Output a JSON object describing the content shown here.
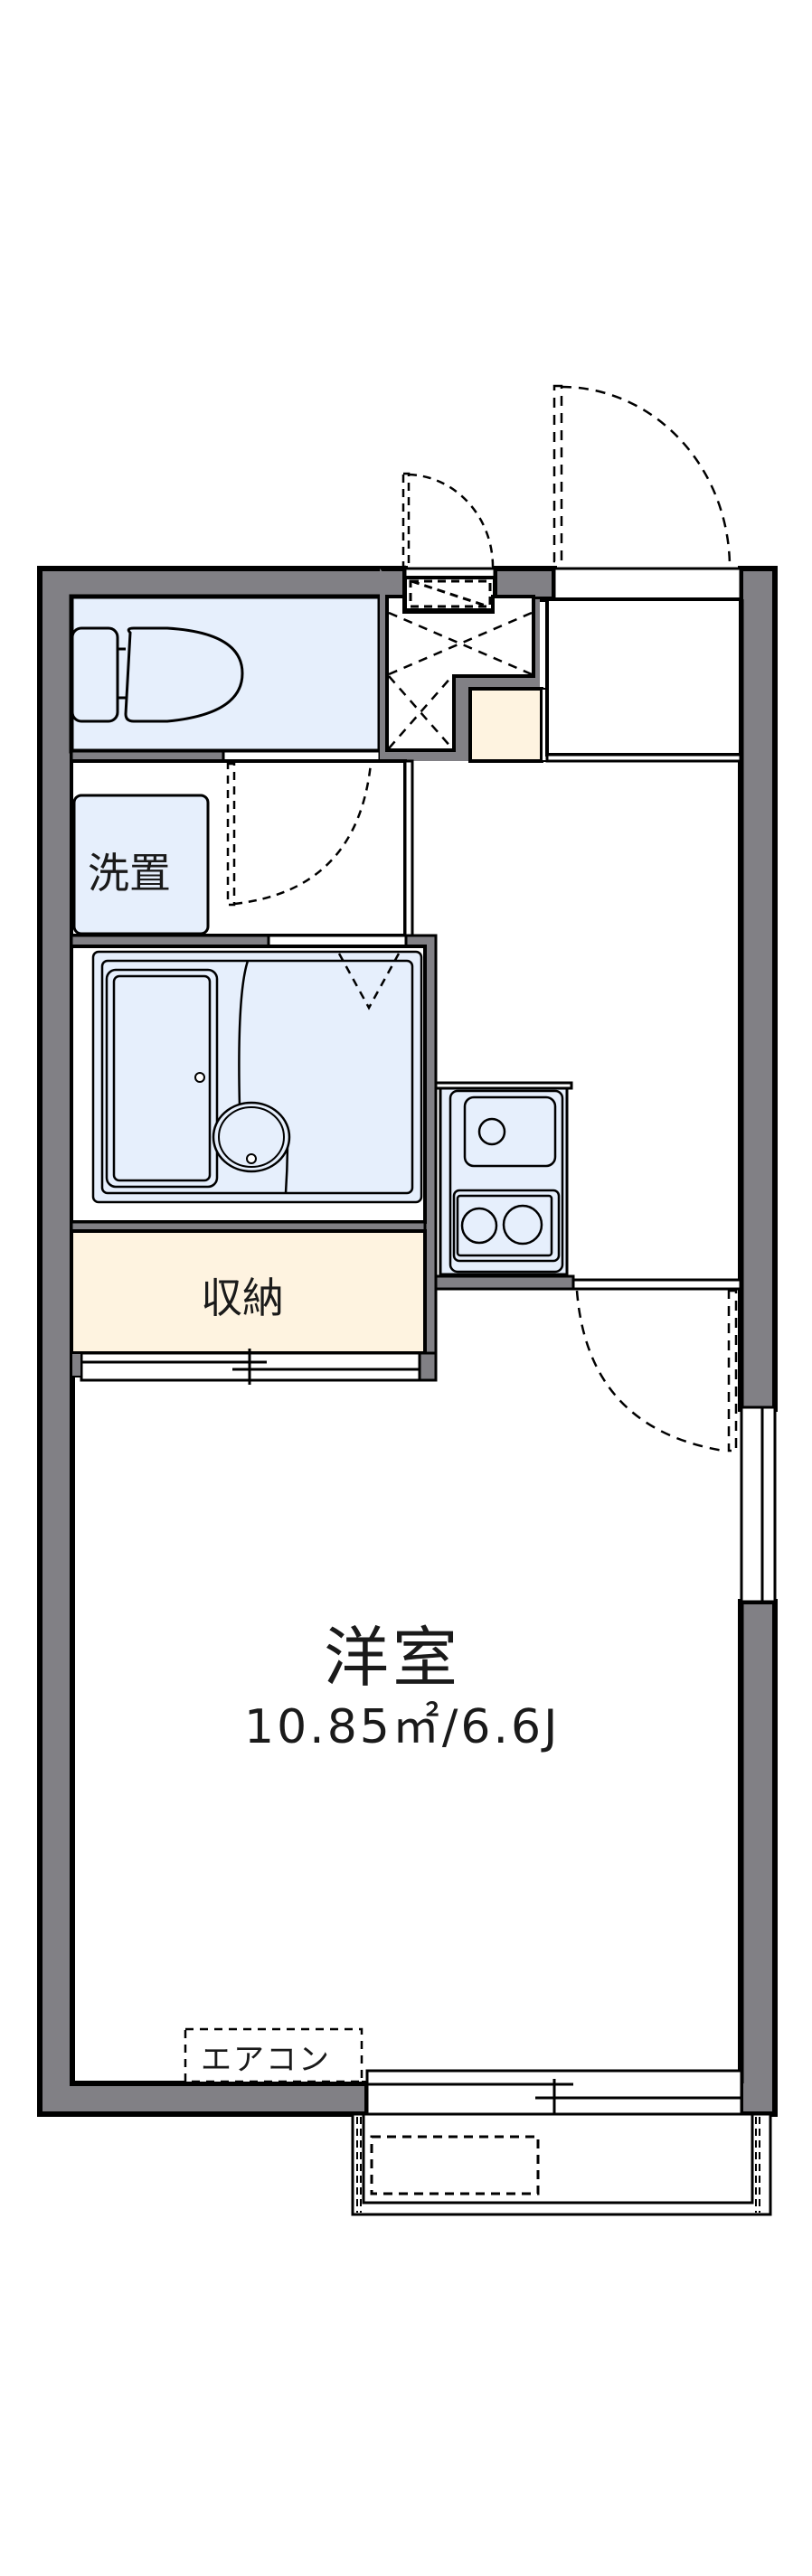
{
  "floor_plan": {
    "colors": {
      "wall": "#818085",
      "wet_area": "#e6effc",
      "storage": "#fef3e0",
      "line": "#000000",
      "background": "#ffffff"
    },
    "rooms": {
      "western_room": {
        "name": "洋室",
        "area": "10.85㎡/6.6J"
      },
      "storage": {
        "name": "収納"
      },
      "laundry": {
        "name": "洗置"
      },
      "toilet": {
        "name": "toilet"
      },
      "bathroom": {
        "name": "unit bath"
      },
      "kitchen": {
        "name": "kitchen"
      },
      "entrance": {
        "name": "entrance"
      }
    },
    "fixtures": {
      "air_conditioner": "エアコン"
    }
  }
}
